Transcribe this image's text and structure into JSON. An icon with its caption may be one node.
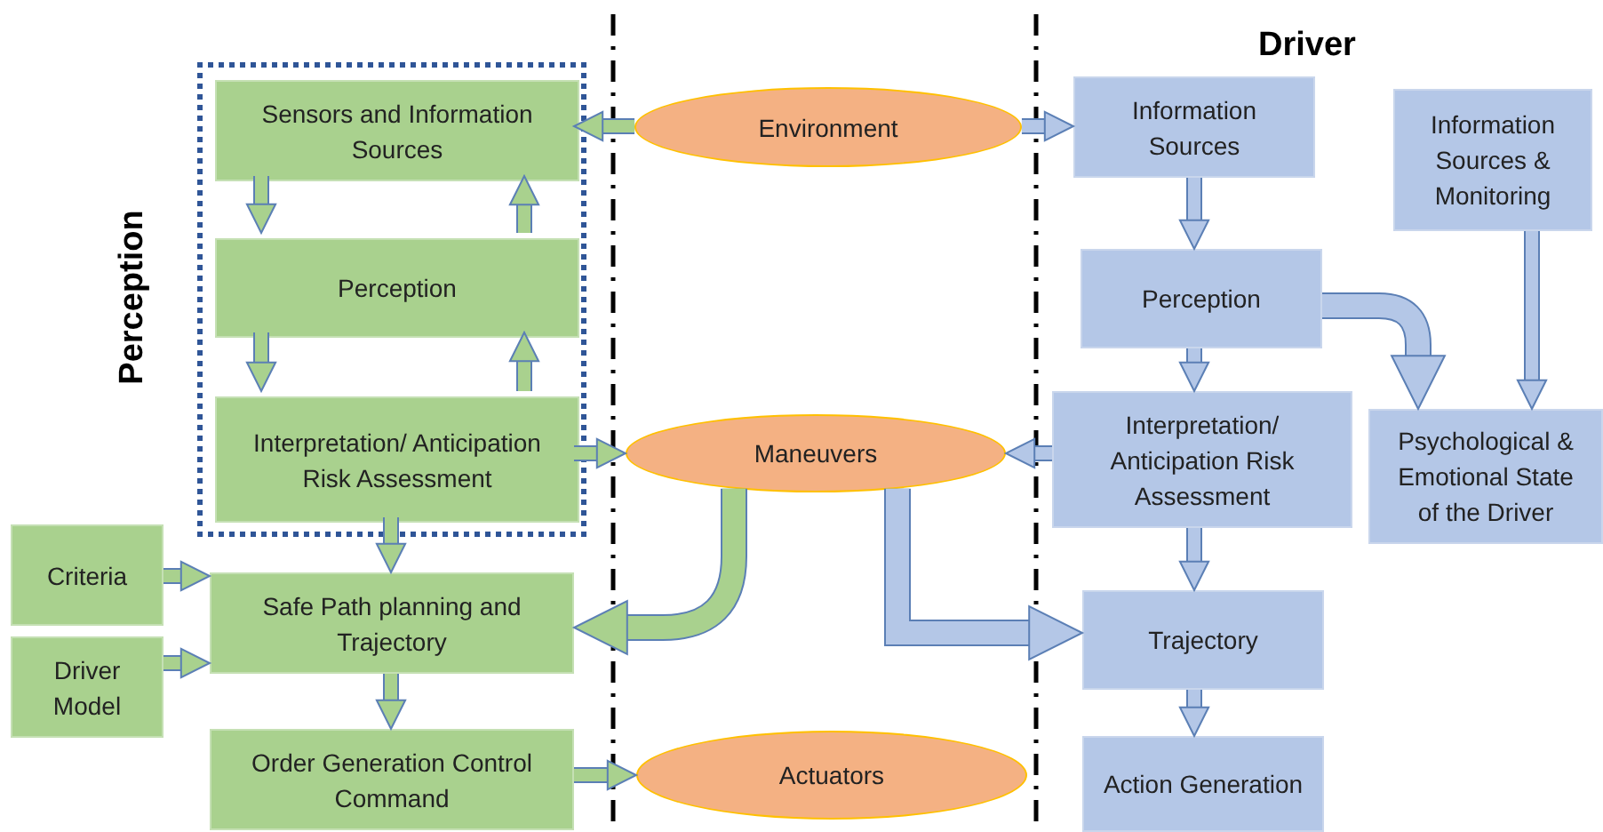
{
  "diagram": {
    "nodes": [
      {
        "text": [
          "Perception"
        ]
      },
      {
        "text": [
          "Sensors and Information Sources"
        ],
        "in": 0
      },
      {
        "text": [
          "Perception"
        ],
        "in": 0
      },
      {
        "text": [
          "Interpretation/ Anticipation Risk Assessment"
        ],
        "in": 0
      },
      {
        "text": [
          "Criteria"
        ]
      },
      {
        "text": [
          "Safe Path planning and Trajectory"
        ]
      },
      {
        "text": [
          "Driver Model"
        ]
      },
      {
        "text": [
          "Order Generation Control Command"
        ]
      },
      {
        "text": [
          "Environment"
        ]
      },
      {
        "text": [
          "Maneuvers"
        ]
      },
      {
        "text": [
          "Actuators"
        ]
      },
      {
        "text": [
          "Information Sources"
        ]
      },
      {
        "text": [
          "Perception"
        ]
      },
      {
        "text": [
          "Interpretation/ Anticipation Risk Assessment"
        ]
      },
      {
        "text": [
          "Trajectory"
        ]
      },
      {
        "text": [
          "Action Generation"
        ]
      },
      {
        "text": [
          "Information Sources & Monitoring"
        ]
      },
      {
        "text": [
          "Psychological & Emotional State of the Driver"
        ]
      }
    ],
    "edges": [
      {
        "from": 8,
        "to": 1,
        "arrow": "to"
      },
      {
        "from": 1,
        "to": 2,
        "arrow": "to"
      },
      {
        "from": 2,
        "to": 3,
        "arrow": "to"
      },
      {
        "from": 3,
        "to": 2,
        "arrow": "to"
      },
      {
        "from": 2,
        "to": 1,
        "arrow": "to"
      },
      {
        "from": 3,
        "to": 9,
        "arrow": "to"
      },
      {
        "from": 3,
        "to": 5,
        "arrow": "to"
      },
      {
        "from": 4,
        "to": 5,
        "arrow": "to"
      },
      {
        "from": 6,
        "to": 5,
        "arrow": "to"
      },
      {
        "from": 9,
        "to": 5,
        "arrow": "to",
        "style": "thick"
      },
      {
        "from": 5,
        "to": 7,
        "arrow": "to"
      },
      {
        "from": 7,
        "to": 10,
        "arrow": "to"
      },
      {
        "from": 8,
        "to": 11,
        "arrow": "to",
        "color": "#b4c7e7"
      },
      {
        "from": 11,
        "to": 12,
        "arrow": "to",
        "color": "#b4c7e7"
      },
      {
        "from": 12,
        "to": 13,
        "arrow": "to",
        "color": "#b4c7e7"
      },
      {
        "from": 13,
        "to": 9,
        "arrow": "to",
        "color": "#b4c7e7"
      },
      {
        "from": 13,
        "to": 14,
        "arrow": "to",
        "color": "#b4c7e7"
      },
      {
        "from": 14,
        "to": 15,
        "arrow": "to",
        "color": "#b4c7e7"
      },
      {
        "from": 12,
        "to": 17,
        "arrow": "to",
        "style": "thick",
        "color": "#b4c7e7"
      },
      {
        "from": 16,
        "to": 17,
        "arrow": "to",
        "color": "#b4c7e7"
      },
      {
        "from": 9,
        "to": 14,
        "arrow": "to",
        "style": "thick",
        "color": "#b4c7e7"
      }
    ],
    "labels": [
      "Driver"
    ]
  }
}
